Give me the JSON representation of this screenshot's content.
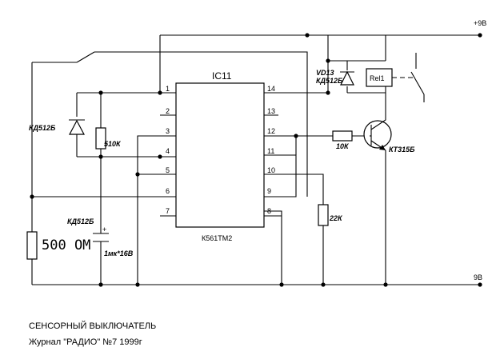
{
  "ic": {
    "designator": "IC11",
    "part": "К561ТМ2",
    "left_pins": [
      "1",
      "2",
      "3",
      "4",
      "5",
      "6",
      "7"
    ],
    "right_pins": [
      "14",
      "13",
      "12",
      "11",
      "10",
      "9",
      "8"
    ]
  },
  "supply": {
    "positive": "+9В",
    "negative": "9В"
  },
  "components": {
    "diode_left": "КД512Б",
    "resistor_510k": "510К",
    "diode_bottom": "КД512Б",
    "sensor": "500 ОМ",
    "capacitor": "1мк*16В",
    "diode_vd13_name": "VD13",
    "diode_vd13_part": "КД512Б",
    "relay": "Rel1",
    "resistor_10k": "10К",
    "transistor": "КТ315Б",
    "resistor_22k": "22К"
  },
  "caption": {
    "title": "СЕНСОРНЫЙ ВЫКЛЮЧАТЕЛЬ",
    "source": "Журнал \"РАДИО\" №7 1999г"
  }
}
